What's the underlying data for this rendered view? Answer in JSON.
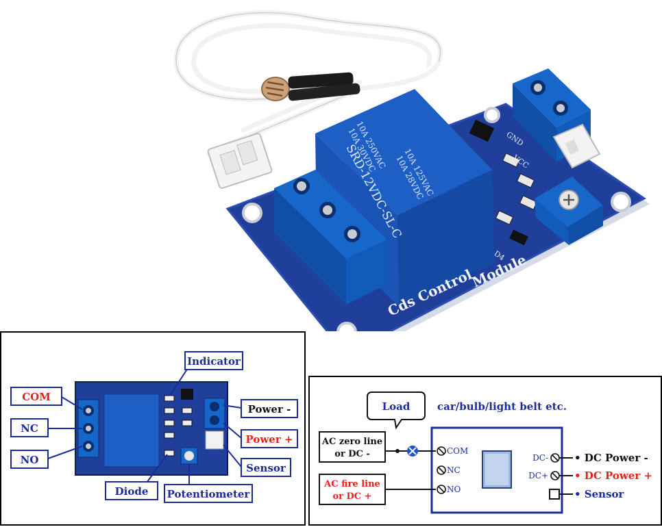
{
  "photo": {
    "relay_print": [
      "10A 250VAC",
      "10A 30VDC",
      "10A 125VAC",
      "10A 28VDC",
      "SRD-12VDC-SL-C"
    ],
    "board_label_line1": "Cds Control",
    "board_label_line2": "Module",
    "pin_labels": [
      "VCC",
      "GND",
      "D4"
    ]
  },
  "left_diagram": {
    "labels": {
      "com": "COM",
      "nc": "NC",
      "no": "NO",
      "indicator": "Indicator",
      "power_minus": "Power -",
      "power_plus": "Power +",
      "sensor": "Sensor",
      "diode": "Diode",
      "potentiometer": "Potentiometer"
    }
  },
  "right_diagram": {
    "load": "Load",
    "load_examples": "car/bulb/light belt etc.",
    "ac_zero_line_1": "AC zero line",
    "ac_zero_line_2": "or DC -",
    "ac_fire_line_1": "AC fire line",
    "ac_fire_line_2": "or DC +",
    "terminal_com": "COM",
    "terminal_nc": "NC",
    "terminal_no": "NO",
    "terminal_dcminus": "DC-",
    "terminal_dcplus": "DC+",
    "dc_power_minus": "• DC Power -",
    "dc_power_plus": "• DC Power +",
    "sensor": "• Sensor"
  },
  "colors": {
    "board_blue": "#1f3f9a",
    "relay_blue": "#1d5fc4",
    "terminal_blue": "#1766c9",
    "label_red": "#e8201b",
    "label_navy": "#1a2c9a"
  }
}
